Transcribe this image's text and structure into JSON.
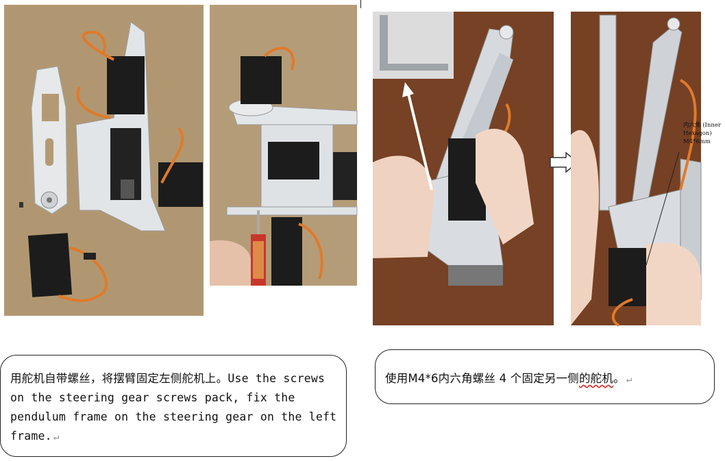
{
  "captions": {
    "left": {
      "chinese": "用舵机自带螺丝，将摆臂固定左侧舵机上。",
      "english": "Use the screws on the steering gear screws pack, fix the pendulum frame on the steering gear on the left frame.",
      "return_mark": "↵"
    },
    "right": {
      "text_before": "使用M4*6内六角螺丝 4 个固定另一侧",
      "text_underlined": "的舵机",
      "text_after": "。",
      "return_mark": "↵"
    }
  },
  "photo_labels": {
    "annotation_line1": "内六角 (Inner",
    "annotation_line2": "Hexagon) M4*6mm"
  },
  "colors": {
    "cardboard": "#b49a74",
    "metal": "#d9dde2",
    "servo": "#1c1c1c",
    "wire_orange": "#e07a2a",
    "wood": "#6a3b22",
    "skin": "#f0d2c0"
  }
}
